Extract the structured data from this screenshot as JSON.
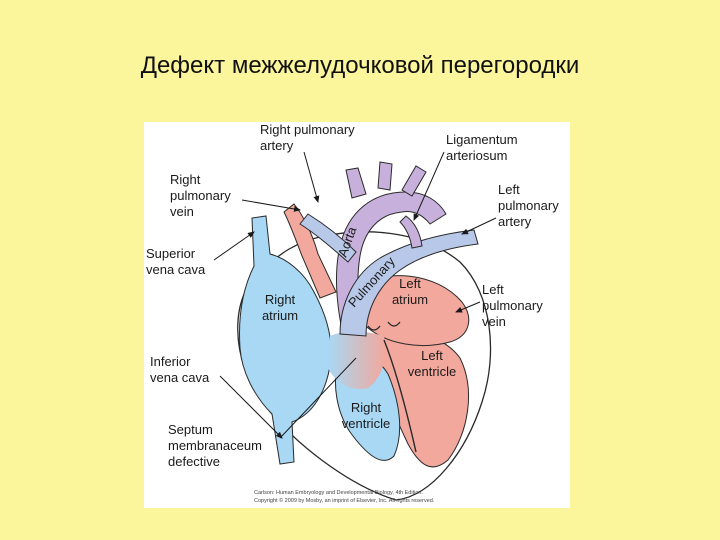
{
  "slide": {
    "title": "Дефект межжелудочковой перегородки"
  },
  "diagram": {
    "labels": {
      "right_pulmonary_artery": [
        "Right pulmonary",
        "artery"
      ],
      "ligamentum_arteriosum": [
        "Ligamentum",
        "arteriosum"
      ],
      "right_pulmonary_vein": [
        "Right",
        "pulmonary",
        "vein"
      ],
      "left_pulmonary_artery": [
        "Left",
        "pulmonary",
        "artery"
      ],
      "superior_vena_cava": [
        "Superior",
        "vena cava"
      ],
      "left_pulmonary_vein": [
        "Left",
        "pulmonary",
        "vein"
      ],
      "right_atrium": [
        "Right",
        "atrium"
      ],
      "left_atrium": [
        "Left",
        "atrium"
      ],
      "inferior_vena_cava": [
        "Inferior",
        "vena cava"
      ],
      "left_ventricle": [
        "Left",
        "ventricle"
      ],
      "right_ventricle": [
        "Right",
        "ventricle"
      ],
      "septum_defect": [
        "Septum",
        "membranaceum",
        "defective"
      ],
      "aorta": "Aorta",
      "pulmonary": "Pulmonary"
    },
    "credit": [
      "Carlson: Human Embryology and Developmental Biology, 4th Edition.",
      "Copyright © 2009 by Mosby, an imprint of Elsevier, Inc. All rights reserved."
    ],
    "colors": {
      "deoxygenated": "#a8d8f4",
      "oxygenated": "#f2a89c",
      "aorta": "#c8b0dc",
      "pulmonary_trunk": "#b8c8e8",
      "outline": "#2a2a2a",
      "slide_background": "#fbf59c"
    }
  }
}
